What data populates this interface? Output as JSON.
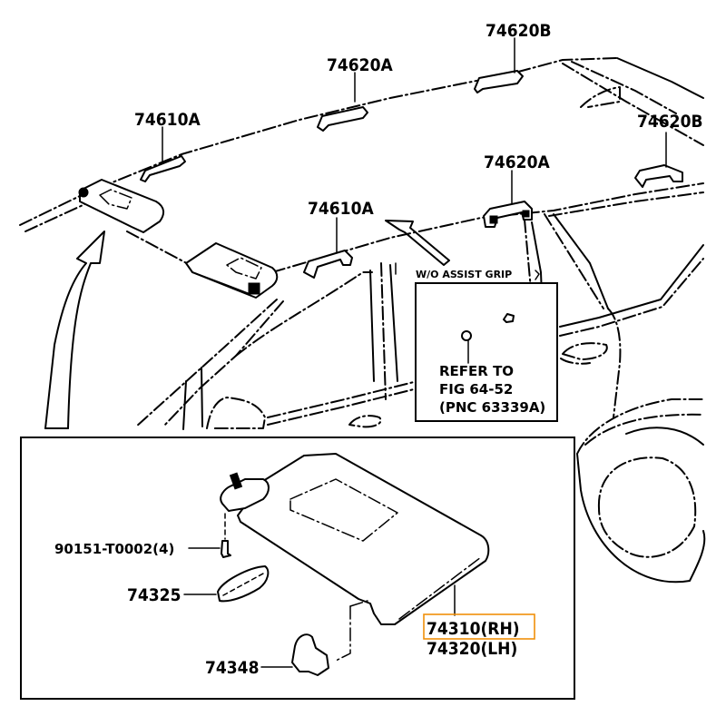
{
  "diagram": {
    "title": "Sun visor & assist grip parts diagram",
    "callouts": {
      "grip_front_left": "74610A",
      "grip_roof_front": "74620A",
      "grip_roof_rear": "74620B",
      "grip_rear_right": "74620B",
      "grip_rear_door": "74620A",
      "grip_front_door": "74610A",
      "screw": "90151-T0002(4)",
      "holder": "74325",
      "bracket": "74348",
      "visor_rh": "74310(RH)",
      "visor_lh": "74320(LH)"
    },
    "note_box": {
      "header": "W/O ASSIST GRIP",
      "line1": "REFER TO",
      "line2": "FIG 64-52",
      "line3": "(PNC 63339A)"
    },
    "highlight": {
      "part": "74310(RH)",
      "color": "#f0900a"
    }
  }
}
